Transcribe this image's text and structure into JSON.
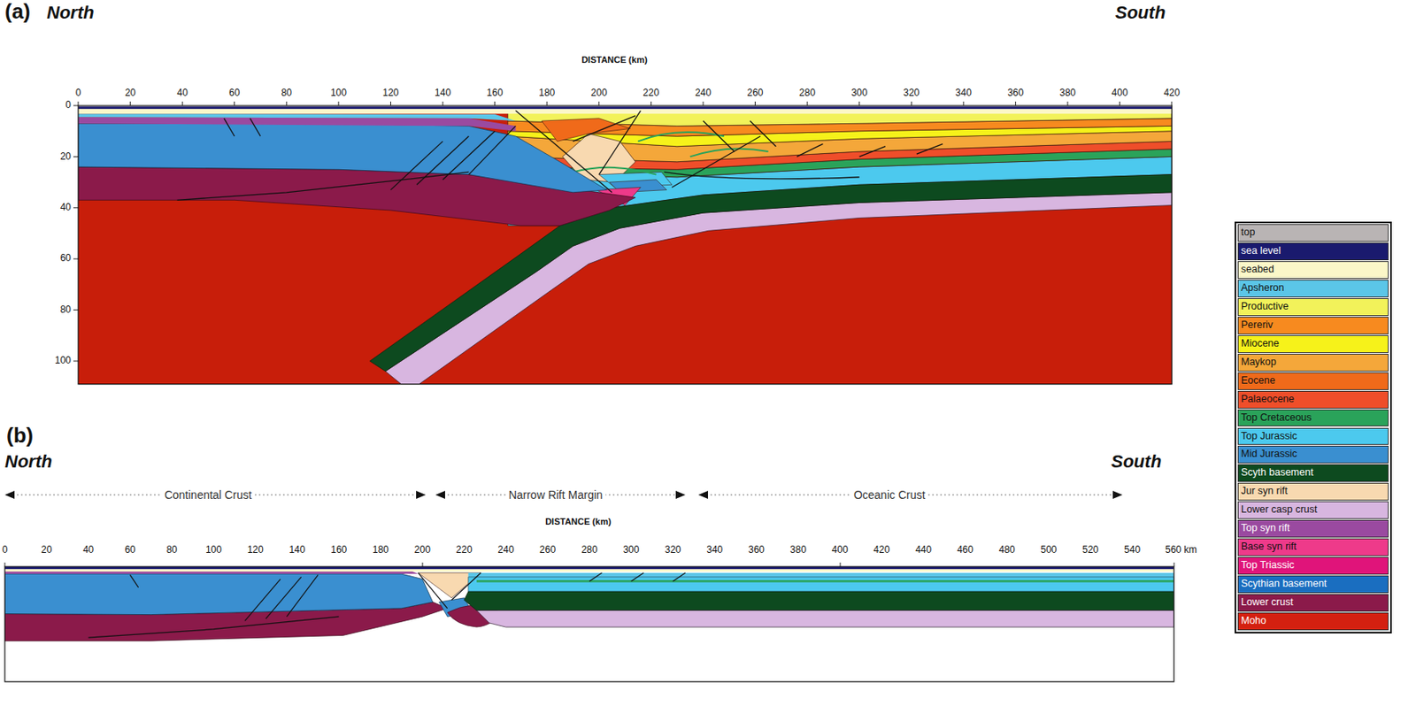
{
  "diagram": {
    "labels": [
      "(a)",
      "North",
      "South",
      "DISTANCE (km)",
      "0",
      "20",
      "40",
      "60",
      "80",
      "100",
      "120",
      "140",
      "160",
      "180",
      "200",
      "220",
      "240",
      "260",
      "280",
      "300",
      "320",
      "340",
      "360",
      "380",
      "400",
      "420",
      "0",
      "20",
      "40",
      "60",
      "80",
      "100",
      "(b)",
      "North",
      "South",
      "Continental Crust",
      "Narrow Rift Margin",
      "Oceanic Crust",
      "DISTANCE (km)",
      "0",
      "20",
      "40",
      "60",
      "80",
      "100",
      "120",
      "140",
      "160",
      "180",
      "200",
      "220",
      "240",
      "260",
      "280",
      "300",
      "320",
      "340",
      "360",
      "380",
      "400",
      "420",
      "440",
      "460",
      "480",
      "500",
      "520",
      "540",
      "560 km"
    ],
    "legend": [
      {
        "text": "top",
        "color": "#b9b4b4"
      },
      {
        "text": "sea level",
        "color": "#1a1a6e"
      },
      {
        "text": "seabed",
        "color": "#fbf7c8"
      },
      {
        "text": "Apsheron",
        "color": "#5bc6e8"
      },
      {
        "text": "Productive",
        "color": "#f2f25a"
      },
      {
        "text": "Pereriv",
        "color": "#f78a1f"
      },
      {
        "text": "Miocene",
        "color": "#f6f21a"
      },
      {
        "text": "Maykop",
        "color": "#f4a73a"
      },
      {
        "text": "Eocene",
        "color": "#f06a1a"
      },
      {
        "text": "Palaeocene",
        "color": "#ef4e2a"
      },
      {
        "text": "Top Cretaceous",
        "color": "#2aa35a"
      },
      {
        "text": "Top Jurassic",
        "color": "#4cc9ee"
      },
      {
        "text": "Mid Jurassic",
        "color": "#3a8fd0"
      },
      {
        "text": "Scyth basement",
        "color": "#0d4a1f"
      },
      {
        "text": "Jur syn rift",
        "color": "#f8d9b0"
      },
      {
        "text": "Lower casp crust",
        "color": "#d8b6e0"
      },
      {
        "text": "Top syn rift",
        "color": "#9a4aa0"
      },
      {
        "text": "Base syn rift",
        "color": "#ee3a8a"
      },
      {
        "text": "Top Triassic",
        "color": "#e0147a"
      },
      {
        "text": "Scythian basement",
        "color": "#1a6ec0"
      },
      {
        "text": "Lower crust",
        "color": "#8b1a4a"
      },
      {
        "text": "Moho",
        "color": "#d42010"
      }
    ]
  }
}
